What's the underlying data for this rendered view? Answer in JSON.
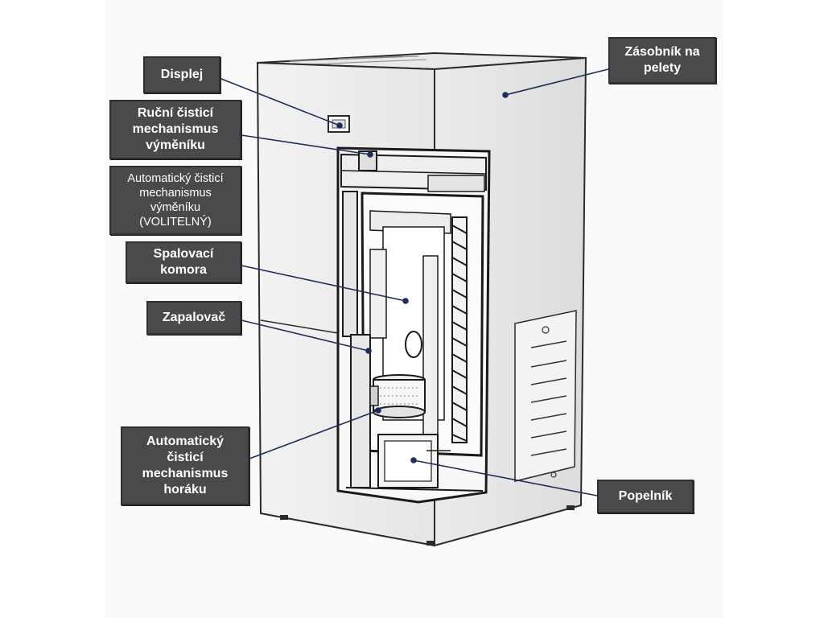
{
  "labels": {
    "display": "Displej",
    "manual_cleaning": "Ruční čisticí\nmechanismus\nvýměníku",
    "auto_cleaning_exchanger": "Automatický čisticí\nmechanismus\nvýměníku\n(VOLITELNÝ)",
    "combustion_chamber": "Spalovací\nkomora",
    "igniter": "Zapalovač",
    "auto_cleaning_burner": "Automatický\nčisticí\nmechanismus\nhoráku",
    "pellet_hopper": "Zásobník na\npelety",
    "ash_pan": "Popelník"
  },
  "colors": {
    "label_bg": "#4a4a4c",
    "leader_line": "#1f2d5a",
    "outline": "#2a2a2a",
    "panel": "#f4f4f4"
  }
}
